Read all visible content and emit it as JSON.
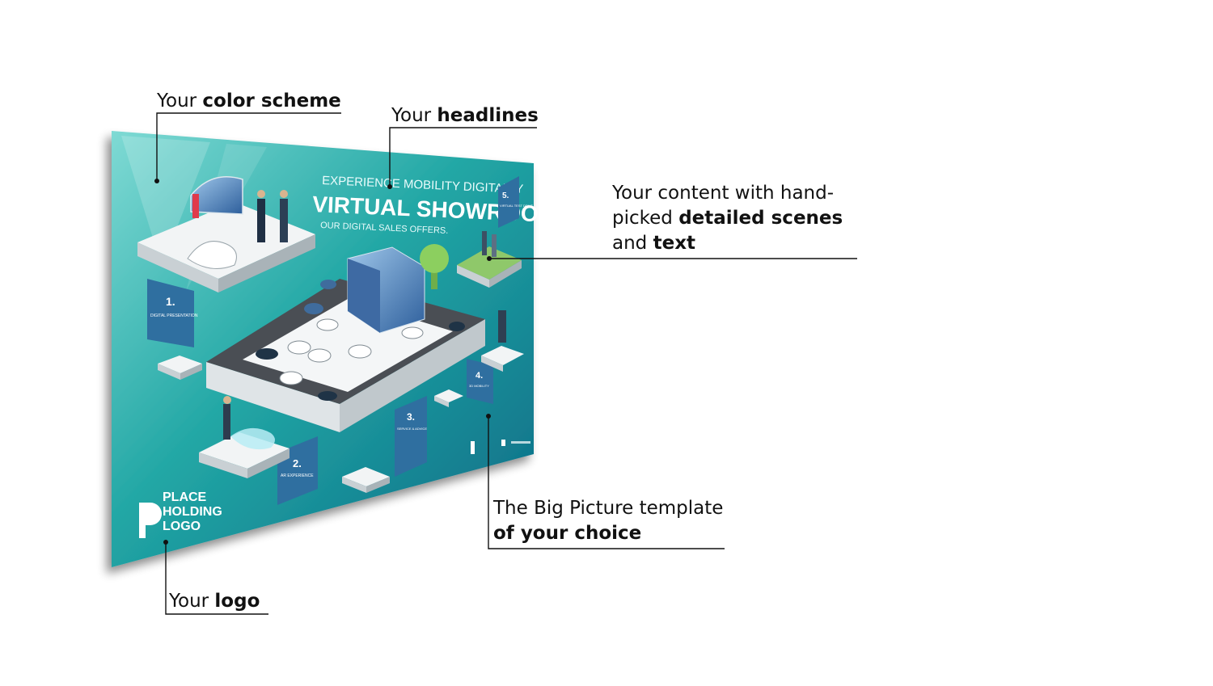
{
  "poster": {
    "kicker": "EXPERIENCE MOBILITY DIGITALLY",
    "title": "VIRTUAL SHOWROOM",
    "subtitle": "OUR DIGITAL SALES OFFERS.",
    "logo_text": [
      "PLACE",
      "HOLDING",
      "LOGO"
    ],
    "markers": [
      {
        "number": "1.",
        "label": "DIGITAL PRESENTATION"
      },
      {
        "number": "2.",
        "label": "AR EXPERIENCE"
      },
      {
        "number": "3.",
        "label": "SERVICE & ADVICE"
      },
      {
        "number": "4.",
        "label": "3D MOBILITY"
      },
      {
        "number": "5.",
        "label": "VIRTUAL TEST DRIVE"
      }
    ],
    "colors": {
      "teal_light": "#6fd3cf",
      "teal": "#1aa0a3",
      "teal_dark": "#0c6f86",
      "panel_blue": "#2f6fa0"
    }
  },
  "callouts": {
    "color_scheme": {
      "prefix": "Your ",
      "bold": "color scheme"
    },
    "headlines": {
      "prefix": "Your ",
      "bold": "headlines"
    },
    "content": {
      "line1": "Your content with hand-",
      "line2_prefix": "picked ",
      "line2_bold": "detailed scenes",
      "line3_prefix": "and ",
      "line3_bold": "text"
    },
    "template": {
      "line1": "The Big Picture template",
      "line2_bold": "of your choice"
    },
    "logo": {
      "prefix": "Your ",
      "bold": "logo"
    }
  }
}
